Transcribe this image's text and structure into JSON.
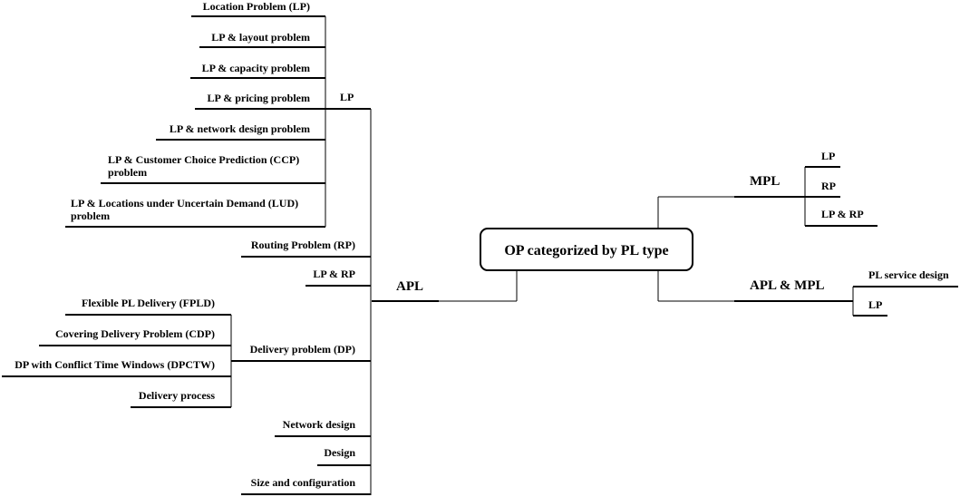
{
  "center": {
    "label": "OP categorized by PL type"
  },
  "apl": {
    "label": "APL",
    "lp": {
      "label": "LP",
      "children": [
        {
          "line1": "Location Problem (LP)",
          "line2": ""
        },
        {
          "line1": "LP & layout problem",
          "line2": ""
        },
        {
          "line1": "LP & capacity problem",
          "line2": ""
        },
        {
          "line1": "LP & pricing problem",
          "line2": ""
        },
        {
          "line1": "LP & network design problem",
          "line2": ""
        },
        {
          "line1": "LP & Customer Choice Prediction (CCP)",
          "line2": "problem"
        },
        {
          "line1": "LP & Locations under Uncertain Demand (LUD)",
          "line2": "problem"
        }
      ]
    },
    "rp": {
      "label": "Routing Problem (RP)"
    },
    "lprp": {
      "label": "LP & RP"
    },
    "dp": {
      "label": "Delivery problem (DP)",
      "children": [
        "Flexible PL Delivery (FPLD)",
        "Covering Delivery Problem (CDP)",
        "DP with Conflict Time Windows (DPCTW)",
        "Delivery process"
      ]
    },
    "others": [
      "Network design",
      "Design",
      "Size and configuration"
    ]
  },
  "mpl": {
    "label": "MPL",
    "children": [
      "LP",
      "RP",
      "LP & RP"
    ]
  },
  "aplmpl": {
    "label": "APL & MPL",
    "children": [
      "PL service design",
      "LP"
    ]
  }
}
